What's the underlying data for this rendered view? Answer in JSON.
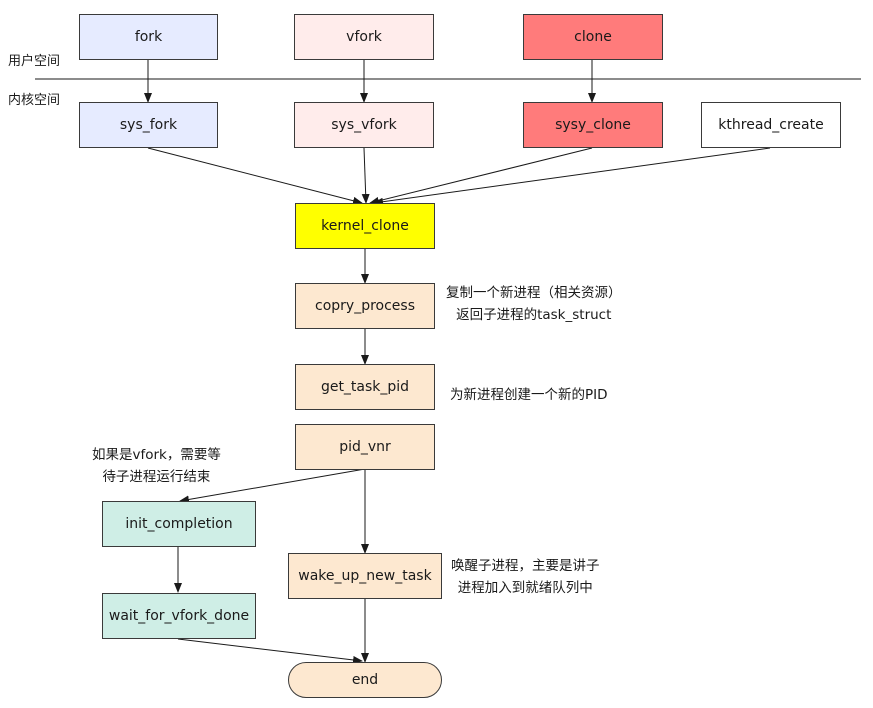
{
  "zones": {
    "user_space": "用户空间",
    "kernel_space": "内核空间"
  },
  "nodes": {
    "fork": "fork",
    "vfork": "vfork",
    "clone": "clone",
    "sys_fork": "sys_fork",
    "sys_vfork": "sys_vfork",
    "sysy_clone": "sysy_clone",
    "kthread_create": "kthread_create",
    "kernel_clone": "kernel_clone",
    "copry_process": "copry_process",
    "get_task_pid": "get_task_pid",
    "pid_vnr": "pid_vnr",
    "init_completion": "init_completion",
    "wait_for_vfork_done": "wait_for_vfork_done",
    "wake_up_new_task": "wake_up_new_task",
    "end": "end"
  },
  "notes": {
    "copy_process_line1": "复制一个新进程（相关资源）",
    "copy_process_line2": "返回子进程的task_struct",
    "get_task_pid": "为新进程创建一个新的PID",
    "vfork_wait_line1": "如果是vfork，需要等",
    "vfork_wait_line2": "待子进程运行结束",
    "wake_up_line1": "唤醒子进程，主要是讲子",
    "wake_up_line2": "进程加入到就绪队列中"
  },
  "colors": {
    "fork_fill": "#e6ebff",
    "vfork_fill": "#ffeceb",
    "clone_fill": "#ff7b7b",
    "kthread_fill": "#ffffff",
    "kernel_clone_fill": "#ffff00",
    "process_fill": "#fde8d0",
    "completion_fill": "#cfeee6",
    "line": "#1a1a1a"
  }
}
